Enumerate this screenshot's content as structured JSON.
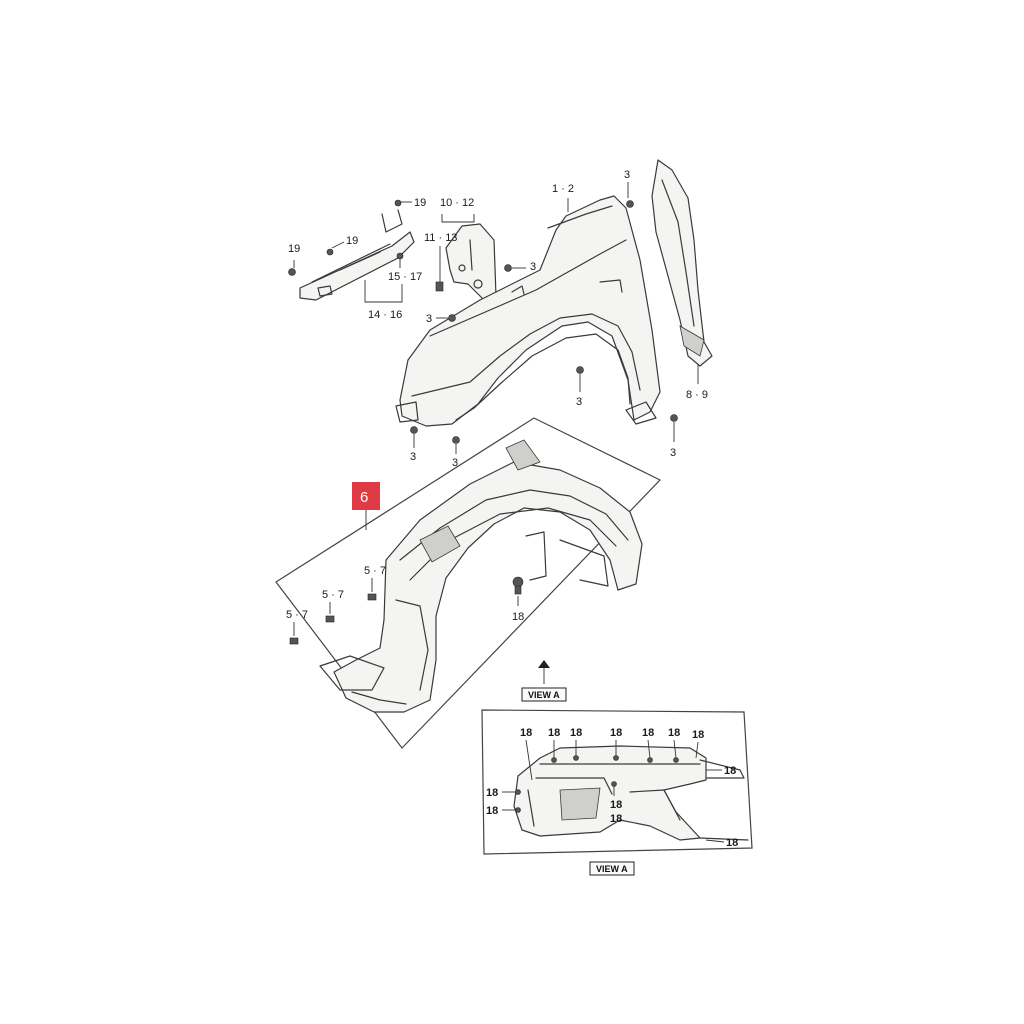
{
  "highlight": {
    "label": "6",
    "color": "#e03a45"
  },
  "labels": {
    "p19a": "19",
    "p19b": "19",
    "p19c": "19",
    "p10_12": "10 · 12",
    "p11_13": "11 · 13",
    "p15_17": "15 · 17",
    "p14_16": "14 · 16",
    "p1_2": "1 · 2",
    "p3_top": "3",
    "p3_mid": "3",
    "p3_left": "3",
    "p3_arch": "3",
    "p3_bl1": "3",
    "p3_bl2": "3",
    "p3_br": "3",
    "p8_9": "8 · 9",
    "p5_7a": "5 · 7",
    "p5_7b": "5 · 7",
    "p5_7c": "5 · 7",
    "p18_main": "18"
  },
  "view_a_tag_main": "VIEW A",
  "view_a_tag_detail": "VIEW A",
  "detail_labels": {
    "t1": "18",
    "t2": "18",
    "t3": "18",
    "t4": "18",
    "t5": "18",
    "t6": "18",
    "t7": "18",
    "r1": "18",
    "l1": "18",
    "l2": "18",
    "c1": "18",
    "c2": "18",
    "br": "18"
  },
  "colors": {
    "line": "#3a3a3a",
    "accent": "#e03a45"
  }
}
